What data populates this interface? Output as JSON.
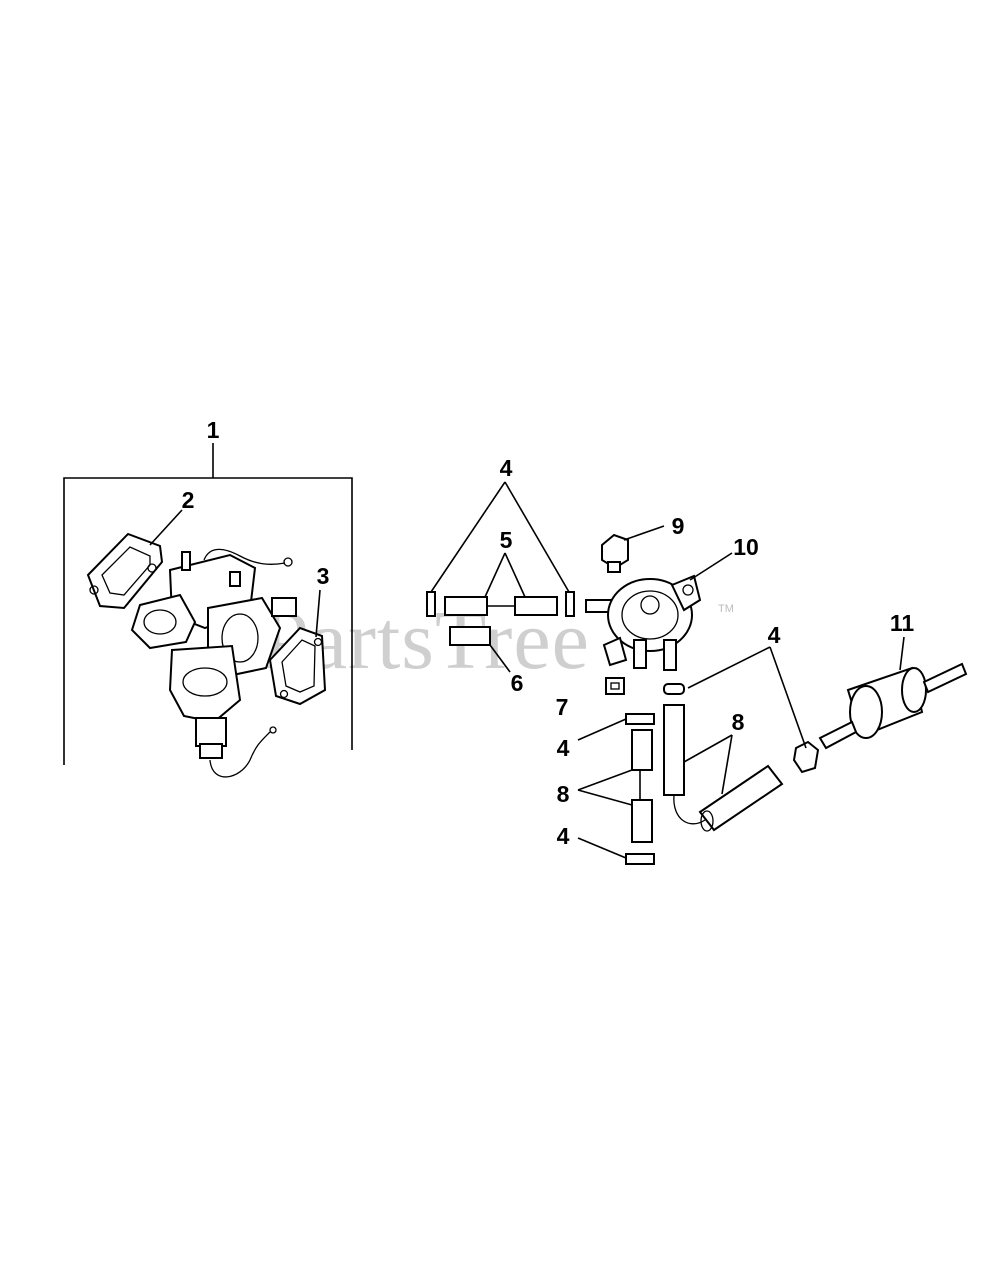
{
  "watermark": {
    "text": "PartsTree",
    "trademark": "TM"
  },
  "callouts": [
    {
      "id": "c1",
      "label": "1"
    },
    {
      "id": "c2",
      "label": "2"
    },
    {
      "id": "c3",
      "label": "3"
    },
    {
      "id": "c4a",
      "label": "4"
    },
    {
      "id": "c5",
      "label": "5"
    },
    {
      "id": "c6",
      "label": "6"
    },
    {
      "id": "c7",
      "label": "7"
    },
    {
      "id": "c4b",
      "label": "4"
    },
    {
      "id": "c8a",
      "label": "8"
    },
    {
      "id": "c4c",
      "label": "4"
    },
    {
      "id": "c9",
      "label": "9"
    },
    {
      "id": "c10",
      "label": "10"
    },
    {
      "id": "c4d",
      "label": "4"
    },
    {
      "id": "c8b",
      "label": "8"
    },
    {
      "id": "c11",
      "label": "11"
    }
  ]
}
